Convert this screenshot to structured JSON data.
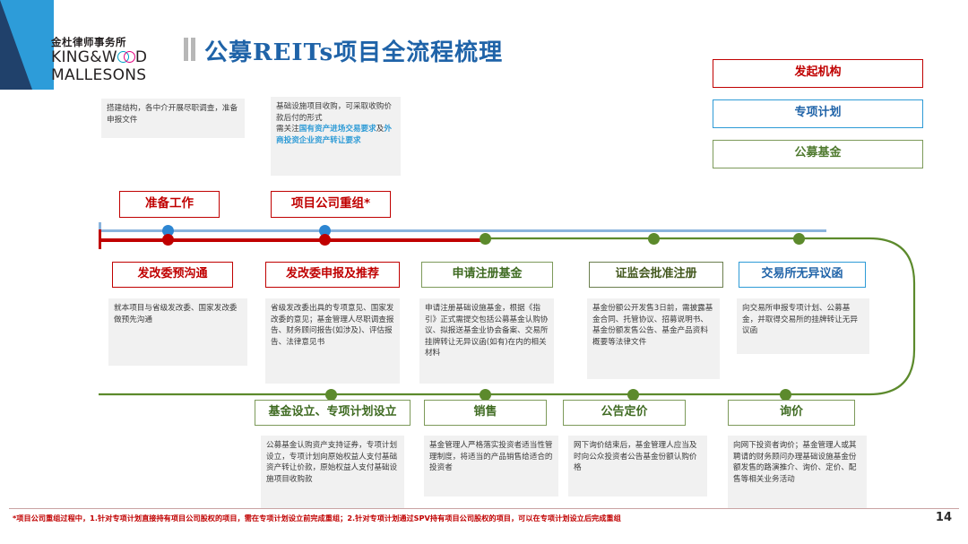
{
  "brand": {
    "name_cn": "金杜律师事务所",
    "name_en_line1": "KING&W",
    "name_en_line1_tail": "D",
    "name_en_line2": "MALLESONS"
  },
  "header": {
    "title": "公募REITs项目全流程梳理"
  },
  "legend": {
    "items": [
      {
        "label": "发起机构",
        "color": "#c00000",
        "style": "lg-red"
      },
      {
        "label": "专项计划",
        "color": "#2e9bd6",
        "style": "lg-blue"
      },
      {
        "label": "公募基金",
        "color": "#7d9a5a",
        "style": "lg-green"
      }
    ]
  },
  "top_notes": [
    {
      "text": "搭建结构，各中介开展尽职调查，准备申报文件"
    },
    {
      "line1": "基础设施项目收购，可采取收购价款后付的形式",
      "line2_pre": "需关注",
      "line2_hl1": "国有资产进场交易要",
      "line2_hl1b": "求",
      "line2_mid": "及",
      "line2_hl2": "外商投资企业资产转让要求"
    }
  ],
  "milestones": [
    {
      "label": "准备工作"
    },
    {
      "label": "项目公司重组*"
    }
  ],
  "stages": [
    {
      "label": "发改委预沟通",
      "style": "s-red",
      "desc": "就本项目与省级发改委、国家发改委做预先沟通"
    },
    {
      "label": "发改委申报及推荐",
      "style": "s-red",
      "desc": "省级发改委出具的专项意见、国家发改委的意见；基金管理人尽职调查报告、财务顾问报告(如涉及)、评估报告、法律意见书"
    },
    {
      "label": "申请注册基金",
      "style": "s-green",
      "desc": "申请注册基础设施基金，根据《指引》正式需提交包括公募基金认购协议、拟报送基金业协会备案、交易所挂牌转让无异议函(如有)在内的相关材料"
    },
    {
      "label": "证监会批准注册",
      "style": "s-greendark",
      "desc": "基金份额公开发售3日前，需披露基金合同、托管协议、招募说明书、基金份额发售公告、基金产品资料概要等法律文件"
    },
    {
      "label": "交易所无异议函",
      "style": "s-blue",
      "desc": "向交易所申报专项计划、公募基金，并取得交易所的挂牌转让无异议函"
    }
  ],
  "bottom_stages": [
    {
      "label": "基金设立、专项计划设立",
      "desc": "公募基金认购资产支持证券，专项计划设立，专项计划向原始权益人支付基础资产转让价款，原始权益人支付基础设施项目收购款"
    },
    {
      "label": "销售",
      "desc": "基金管理人严格落实投资者适当性管理制度，将适当的产品销售给适合的投资者"
    },
    {
      "label": "公告定价",
      "desc": "网下询价结束后，基金管理人应当及时向公众投资者公告基金份额认购价格"
    },
    {
      "label": "询价",
      "desc": "向网下投资者询价；基金管理人或其聘请的财务顾问办理基础设施基金份额发售的路演推介、询价、定价、配售等相关业务活动"
    }
  ],
  "footer": {
    "footnote": "*项目公司重组过程中，1.针对专项计划直接持有项目公司股权的项目，需在专项计划设立前完成重组；2.针对专项计划通过SPV持有项目公司股权的项目，可以在专项计划设立后完成重组",
    "page_number": "14"
  }
}
